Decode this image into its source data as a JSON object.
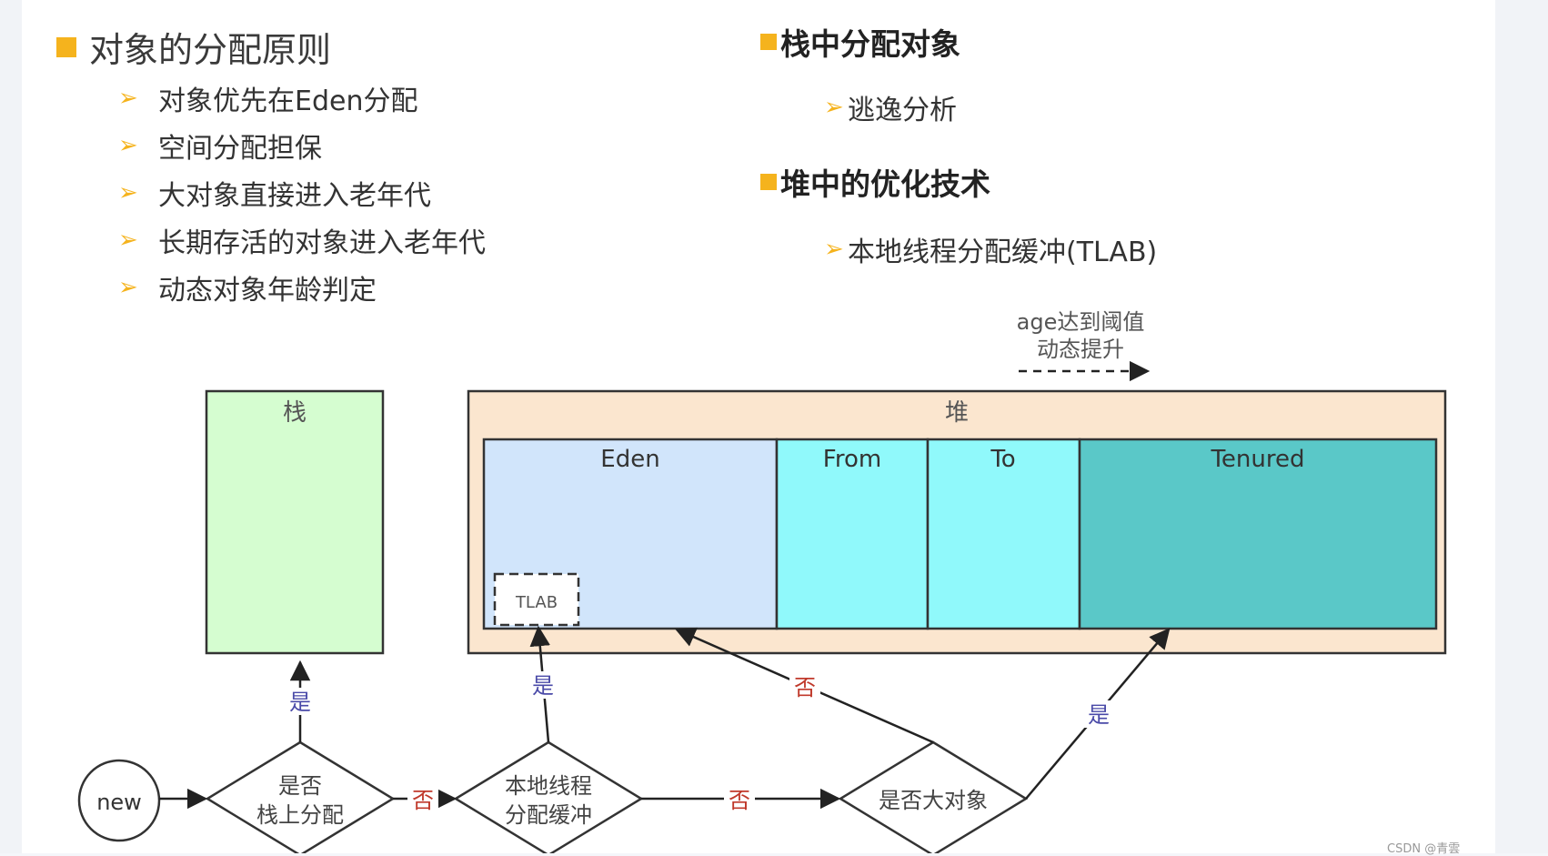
{
  "left": {
    "title": "对象的分配原则",
    "items": [
      "对象优先在Eden分配",
      "空间分配担保",
      "大对象直接进入老年代",
      "长期存活的对象进入老年代",
      "动态对象年龄判定"
    ]
  },
  "right": {
    "section1": {
      "title": "栈中分配对象",
      "item": "逃逸分析"
    },
    "section2": {
      "title": "堆中的优化技术",
      "item": "本地线程分配缓冲(TLAB)"
    }
  },
  "diagram": {
    "age_note_line1": "age达到阈值",
    "age_note_line2": "动态提升",
    "stack_label": "栈",
    "heap_label": "堆",
    "eden_label": "Eden",
    "from_label": "From",
    "to_label": "To",
    "tenured_label": "Tenured",
    "tlab_label": "TLAB",
    "new_label": "new",
    "decision1_line1": "是否",
    "decision1_line2": "栈上分配",
    "decision2_line1": "本地线程",
    "decision2_line2": "分配缓冲",
    "decision3": "是否大对象",
    "yes": "是",
    "no": "否"
  },
  "colors": {
    "accent": "#f5b31d",
    "stack_fill": "#d5fdd0",
    "heap_fill": "#fbe6cf",
    "eden_fill": "#d1e5fb",
    "survivor_fill": "#90f9fb",
    "tenured_fill": "#5ac8c8",
    "yes_color": "#4a4aa8",
    "no_color": "#c0392b"
  },
  "credit": "CSDN @青雲"
}
